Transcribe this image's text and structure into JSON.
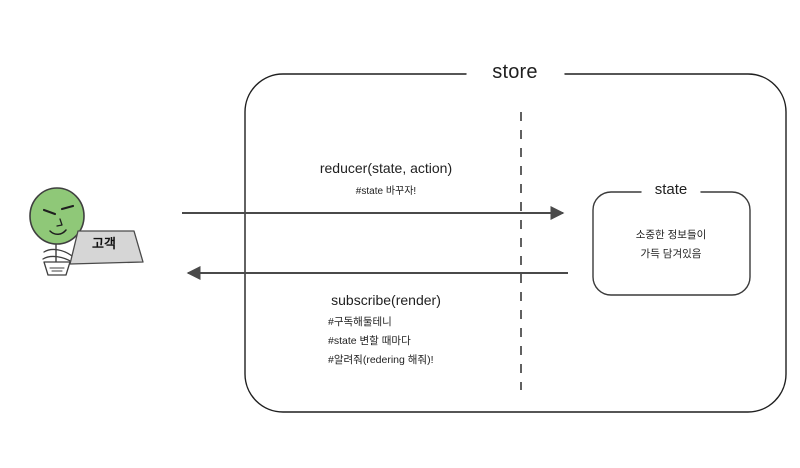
{
  "diagram": {
    "store": {
      "title": "store",
      "divider": "dashed-vertical-line"
    },
    "state": {
      "title": "state",
      "body_lines": [
        "소중한 정보들이",
        "가득 담겨있음"
      ]
    },
    "flows": [
      {
        "id": "dispatch",
        "direction": "right",
        "title": "reducer(state, action)",
        "notes": [
          "#state 바꾸자!"
        ]
      },
      {
        "id": "subscribe",
        "direction": "left",
        "title": "subscribe(render)",
        "notes": [
          "#구독해둘테니",
          "#state 변할 때마다",
          "#알려줘(redering 해줘)!"
        ]
      }
    ],
    "actor": {
      "label": "고객",
      "icon": "person-with-laptop-icon"
    },
    "colors": {
      "head_fill": "#8FC878",
      "head_stroke": "#3f3f3f",
      "laptop_fill": "#d6d6d6",
      "laptop_stroke": "#4a4a4a",
      "line": "#4a4a4a",
      "frame": "#1f1f1f",
      "background": "#ffffff"
    }
  }
}
